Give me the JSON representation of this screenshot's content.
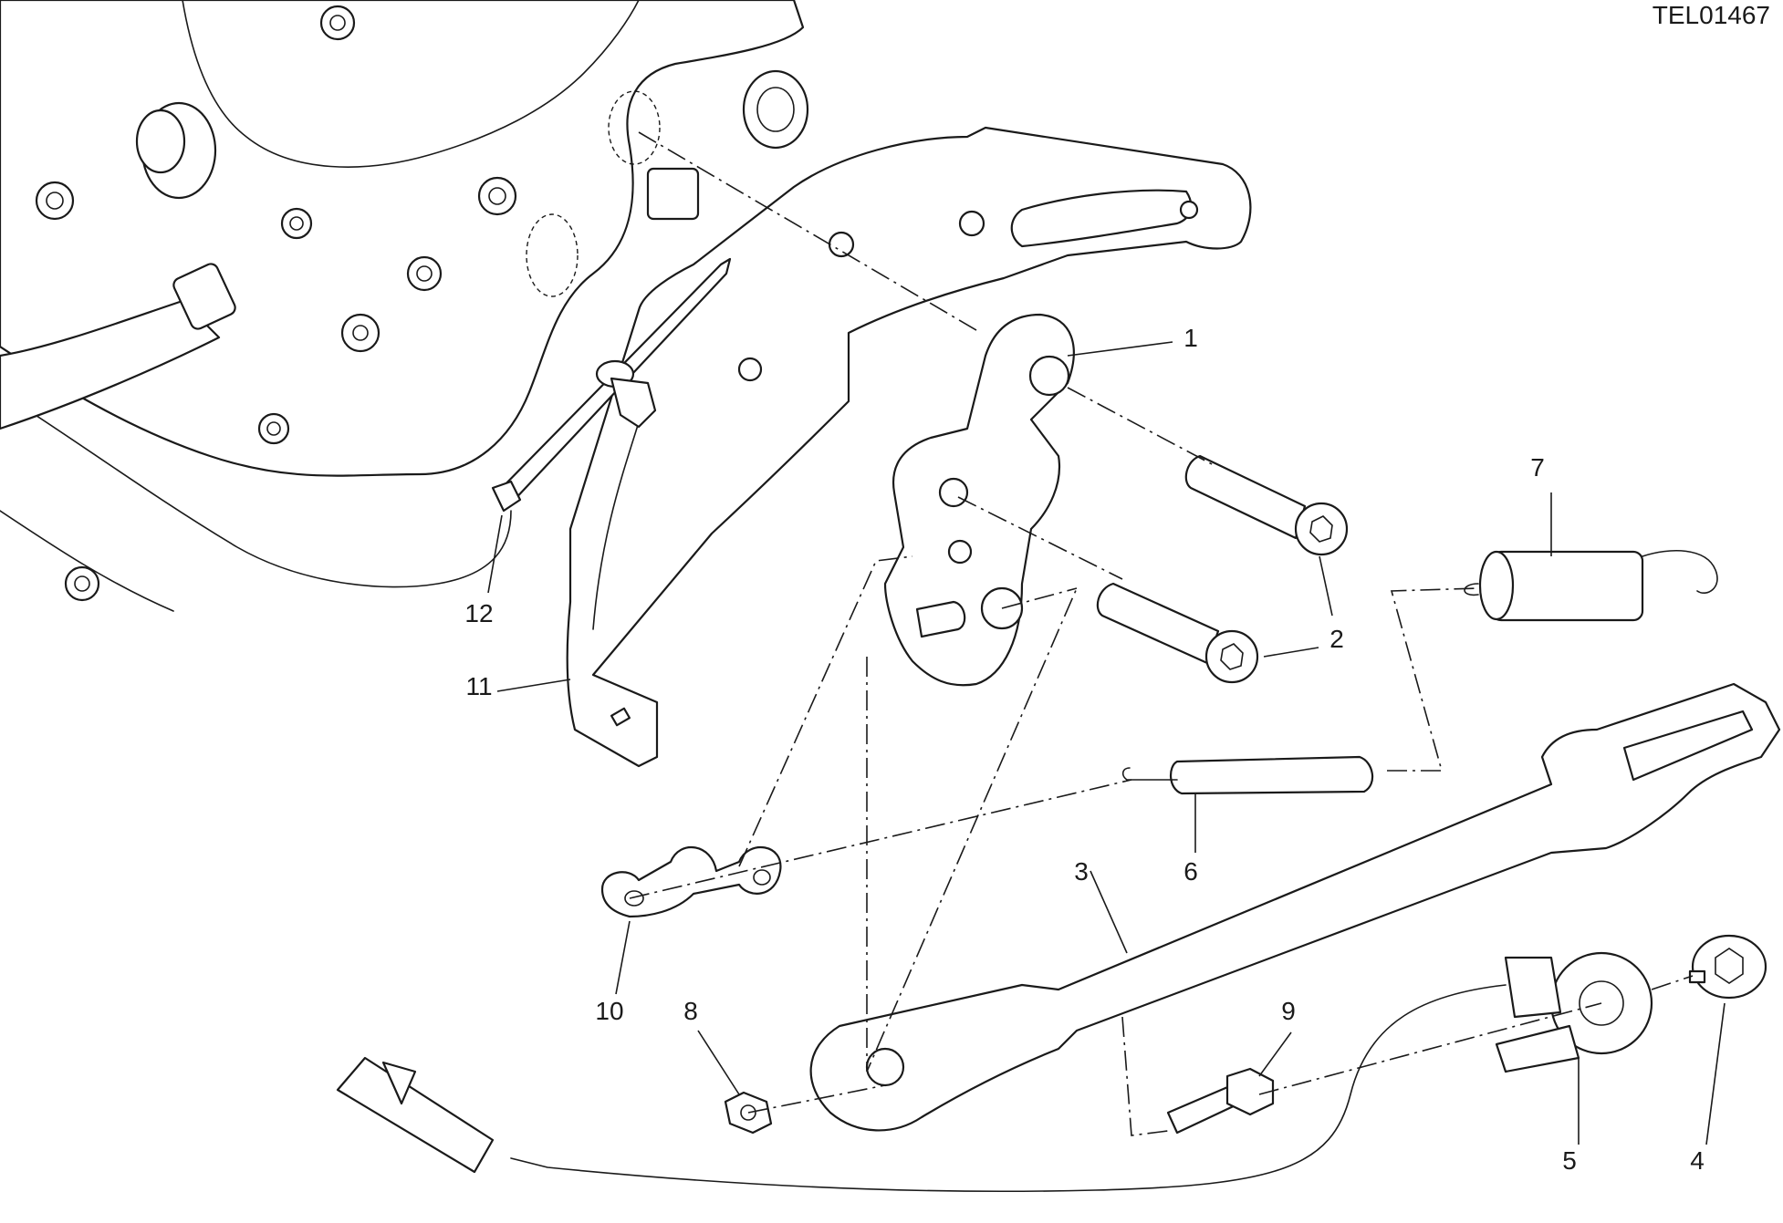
{
  "drawing_code": "TEL01467",
  "callouts": [
    {
      "id": "1",
      "text": "1"
    },
    {
      "id": "2",
      "text": "2"
    },
    {
      "id": "3",
      "text": "3"
    },
    {
      "id": "4",
      "text": "4"
    },
    {
      "id": "5",
      "text": "5"
    },
    {
      "id": "6",
      "text": "6"
    },
    {
      "id": "7",
      "text": "7"
    },
    {
      "id": "8",
      "text": "8"
    },
    {
      "id": "9",
      "text": "9"
    },
    {
      "id": "10",
      "text": "10"
    },
    {
      "id": "11",
      "text": "11"
    },
    {
      "id": "12",
      "text": "12"
    }
  ],
  "colors": {
    "line": "#1a1a1a",
    "background": "#ffffff"
  }
}
